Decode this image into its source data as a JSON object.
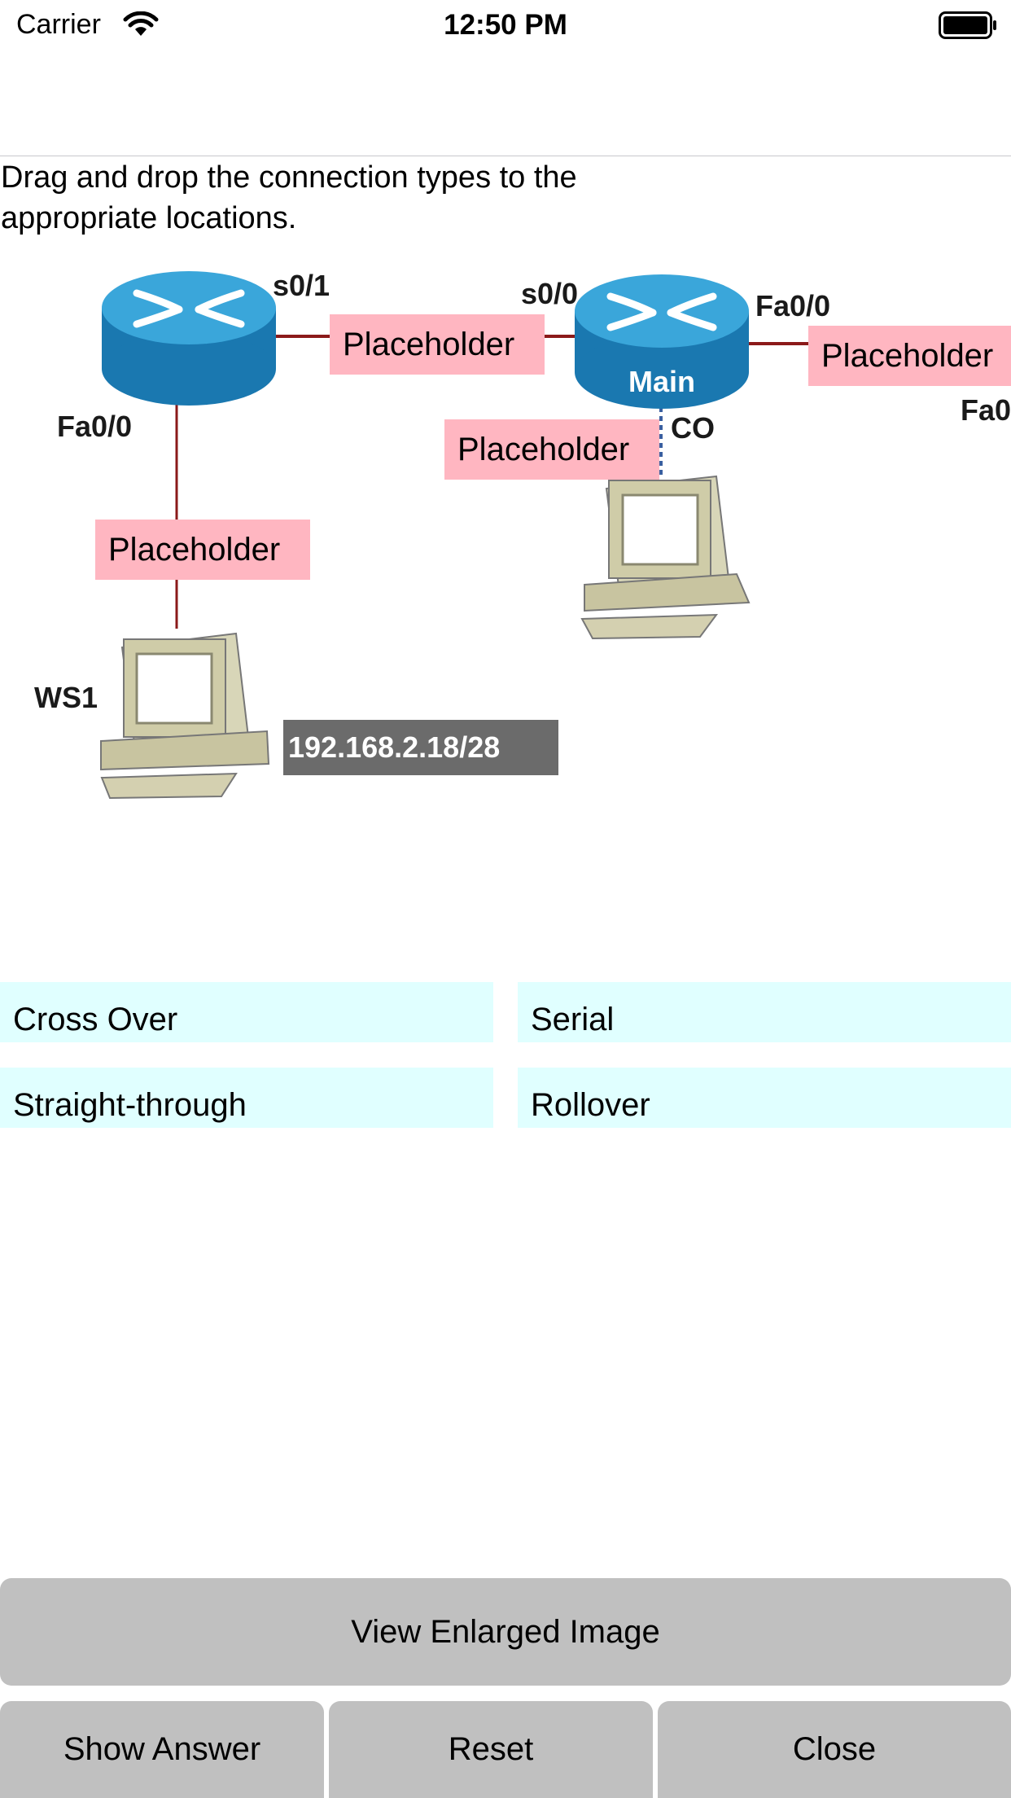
{
  "status_bar": {
    "carrier": "Carrier",
    "time": "12:50 PM"
  },
  "instructions": "Drag and drop the connection types to the\nappropriate locations.",
  "diagram": {
    "labels": {
      "router1_serial": "s0/1",
      "router1_fa": "Fa0/0",
      "router2_serial": "s0/0",
      "router2_fa": "Fa0/0",
      "router2_name": "Main",
      "offscreen_fa": "Fa0",
      "console_label": "CO",
      "workstation": "WS1",
      "ip_address": "192.168.2.18/28"
    },
    "drop_targets": [
      "Placeholder",
      "Placeholder",
      "Placeholder",
      "Placeholder"
    ]
  },
  "options": [
    "Cross Over",
    "Serial",
    "Straight-through",
    "Rollover"
  ],
  "buttons": {
    "view_enlarged": "View Enlarged Image",
    "show_answer": "Show Answer",
    "reset": "Reset",
    "close": "Close"
  },
  "colors": {
    "drop_target_bg": "#ffb6c1",
    "option_bg": "#e0ffff",
    "button_bg": "#c0c0c0",
    "router_blue": "#1f8fc6",
    "cable_red": "#8b1a1a"
  }
}
